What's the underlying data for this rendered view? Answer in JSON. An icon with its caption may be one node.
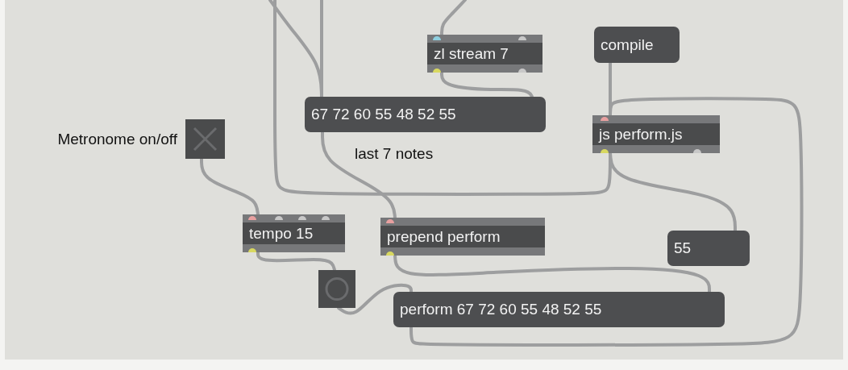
{
  "diagram": {
    "nodes": [
      {
        "text": [
          "zl stream 7"
        ]
      },
      {
        "text": [
          "compile"
        ]
      },
      {
        "text": [
          "67 72 60 55 48 52 55"
        ]
      },
      {
        "text": [
          "js perform.js"
        ]
      },
      {
        "text": [],
        "shape": "box",
        "beside": [
          "Metronome on/off"
        ]
      },
      {
        "text": [
          "tempo 15"
        ]
      },
      {
        "text": [
          "prepend perform"
        ]
      },
      {
        "text": [
          "55"
        ]
      },
      {
        "text": [],
        "shape": "box"
      },
      {
        "text": [
          "perform 67 72 60 55 48 52 55"
        ]
      }
    ],
    "edges": [
      {
        "from": null,
        "to": 0,
        "arrow": "none"
      },
      {
        "from": null,
        "to": 2,
        "arrow": "none"
      },
      {
        "from": null,
        "to": 2,
        "arrow": "none"
      },
      {
        "from": 3,
        "to": null,
        "arrow": "none"
      },
      {
        "from": 0,
        "to": 2,
        "arrow": "none"
      },
      {
        "from": 1,
        "to": 3,
        "arrow": "none"
      },
      {
        "from": 3,
        "to": 7,
        "arrow": "none"
      },
      {
        "from": 4,
        "to": 5,
        "arrow": "none"
      },
      {
        "from": 2,
        "to": 6,
        "arrow": "none"
      },
      {
        "from": 5,
        "to": 8,
        "arrow": "none"
      },
      {
        "from": 8,
        "to": 9,
        "arrow": "none"
      },
      {
        "from": 6,
        "to": 9,
        "arrow": "none"
      },
      {
        "from": 9,
        "to": 3,
        "arrow": "none"
      }
    ],
    "labels": [
      "last 7 notes"
    ]
  }
}
